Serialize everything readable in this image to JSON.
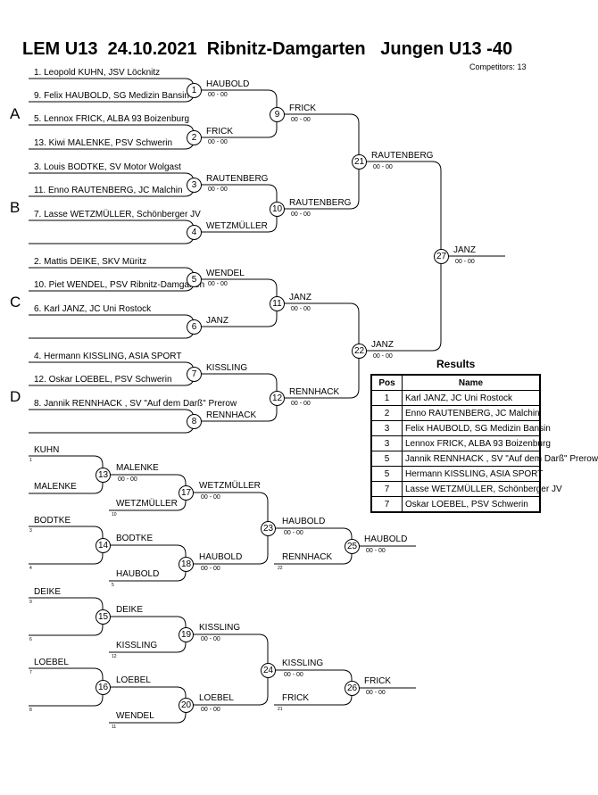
{
  "header": {
    "title": "LEM U13  24.10.2021  Ribnitz-Damgarten   Jungen U13 -40",
    "competitors": "Competitors: 13"
  },
  "pools": [
    "A",
    "B",
    "C",
    "D"
  ],
  "entries": [
    "1. Leopold KUHN, JSV Löcknitz",
    "9. Felix HAUBOLD, SG Medizin Bansin",
    "5. Lennox FRICK, ALBA 93 Boizenburg",
    "13. Kiwi MALENKE, PSV Schwerin",
    "3. Louis BODTKE, SV Motor Wolgast",
    "11. Enno RAUTENBERG, JC Malchin",
    "7. Lasse WETZMÜLLER, Schönberger JV",
    "2. Mattis DEIKE, SKV Müritz",
    "10. Piet WENDEL, PSV Ribnitz-Damgarten",
    "6. Karl JANZ, JC Uni Rostock",
    "4. Hermann KISSLING, ASIA SPORT",
    "12. Oskar LOEBEL, PSV Schwerin",
    "8. Jannik  RENNHACK , SV \"Auf dem Darß\" Prerow"
  ],
  "winners": {
    "m1": "HAUBOLD",
    "m2": "FRICK",
    "m3": "RAUTENBERG",
    "m4": "WETZMÜLLER",
    "m5": "WENDEL",
    "m6": "JANZ",
    "m7": "KISSLING",
    "m8": "RENNHACK",
    "m9": "FRICK",
    "m10": "RAUTENBERG",
    "m11": "JANZ",
    "m12": "RENNHACK",
    "m21": "RAUTENBERG",
    "m22": "JANZ",
    "m27": "JANZ",
    "r13a": "MALENKE",
    "r13b": "WETZMÜLLER",
    "r17": "WETZMÜLLER",
    "r14a": "BODTKE",
    "r14b": "HAUBOLD",
    "r18": "HAUBOLD",
    "r23a": "HAUBOLD",
    "r23b": "RENNHACK",
    "r25": "HAUBOLD",
    "r15a": "DEIKE",
    "r15b": "KISSLING",
    "r19": "KISSLING",
    "r16a": "LOEBEL",
    "r16b": "WENDEL",
    "r20": "LOEBEL",
    "r24a": "KISSLING",
    "r24b": "FRICK",
    "r26": "FRICK"
  },
  "repechage_entries": {
    "e1": "KUHN",
    "e2": "MALENKE",
    "e3": "BODTKE",
    "e4": "DEIKE",
    "e5": "LOEBEL"
  },
  "slot_numbers": {
    "s1": "1",
    "s10": "10",
    "s3": "3",
    "s4": "4",
    "s5": "5",
    "s22": "22",
    "s9": "9",
    "s6": "6",
    "s12": "12",
    "s7": "7",
    "s8": "8",
    "s11": "11",
    "s21": "21"
  },
  "match_numbers": [
    "1",
    "2",
    "3",
    "4",
    "5",
    "6",
    "7",
    "8",
    "9",
    "10",
    "11",
    "12",
    "13",
    "14",
    "15",
    "16",
    "17",
    "18",
    "19",
    "20",
    "21",
    "22",
    "23",
    "24",
    "25",
    "26",
    "27"
  ],
  "score": "00 - 00",
  "results": {
    "title": "Results",
    "headers": [
      "Pos",
      "Name"
    ],
    "rows": [
      {
        "pos": "1",
        "name": "Karl JANZ, JC Uni Rostock"
      },
      {
        "pos": "2",
        "name": "Enno RAUTENBERG, JC Malchin"
      },
      {
        "pos": "3",
        "name": "Felix HAUBOLD, SG Medizin Bansin"
      },
      {
        "pos": "3",
        "name": "Lennox FRICK, ALBA 93 Boizenburg"
      },
      {
        "pos": "5",
        "name": "Jannik  RENNHACK , SV \"Auf dem Darß\" Prerow"
      },
      {
        "pos": "5",
        "name": "Hermann KISSLING, ASIA SPORT"
      },
      {
        "pos": "7",
        "name": "Lasse WETZMÜLLER, Schönberger JV"
      },
      {
        "pos": "7",
        "name": "Oskar LOEBEL, PSV Schwerin"
      }
    ]
  }
}
